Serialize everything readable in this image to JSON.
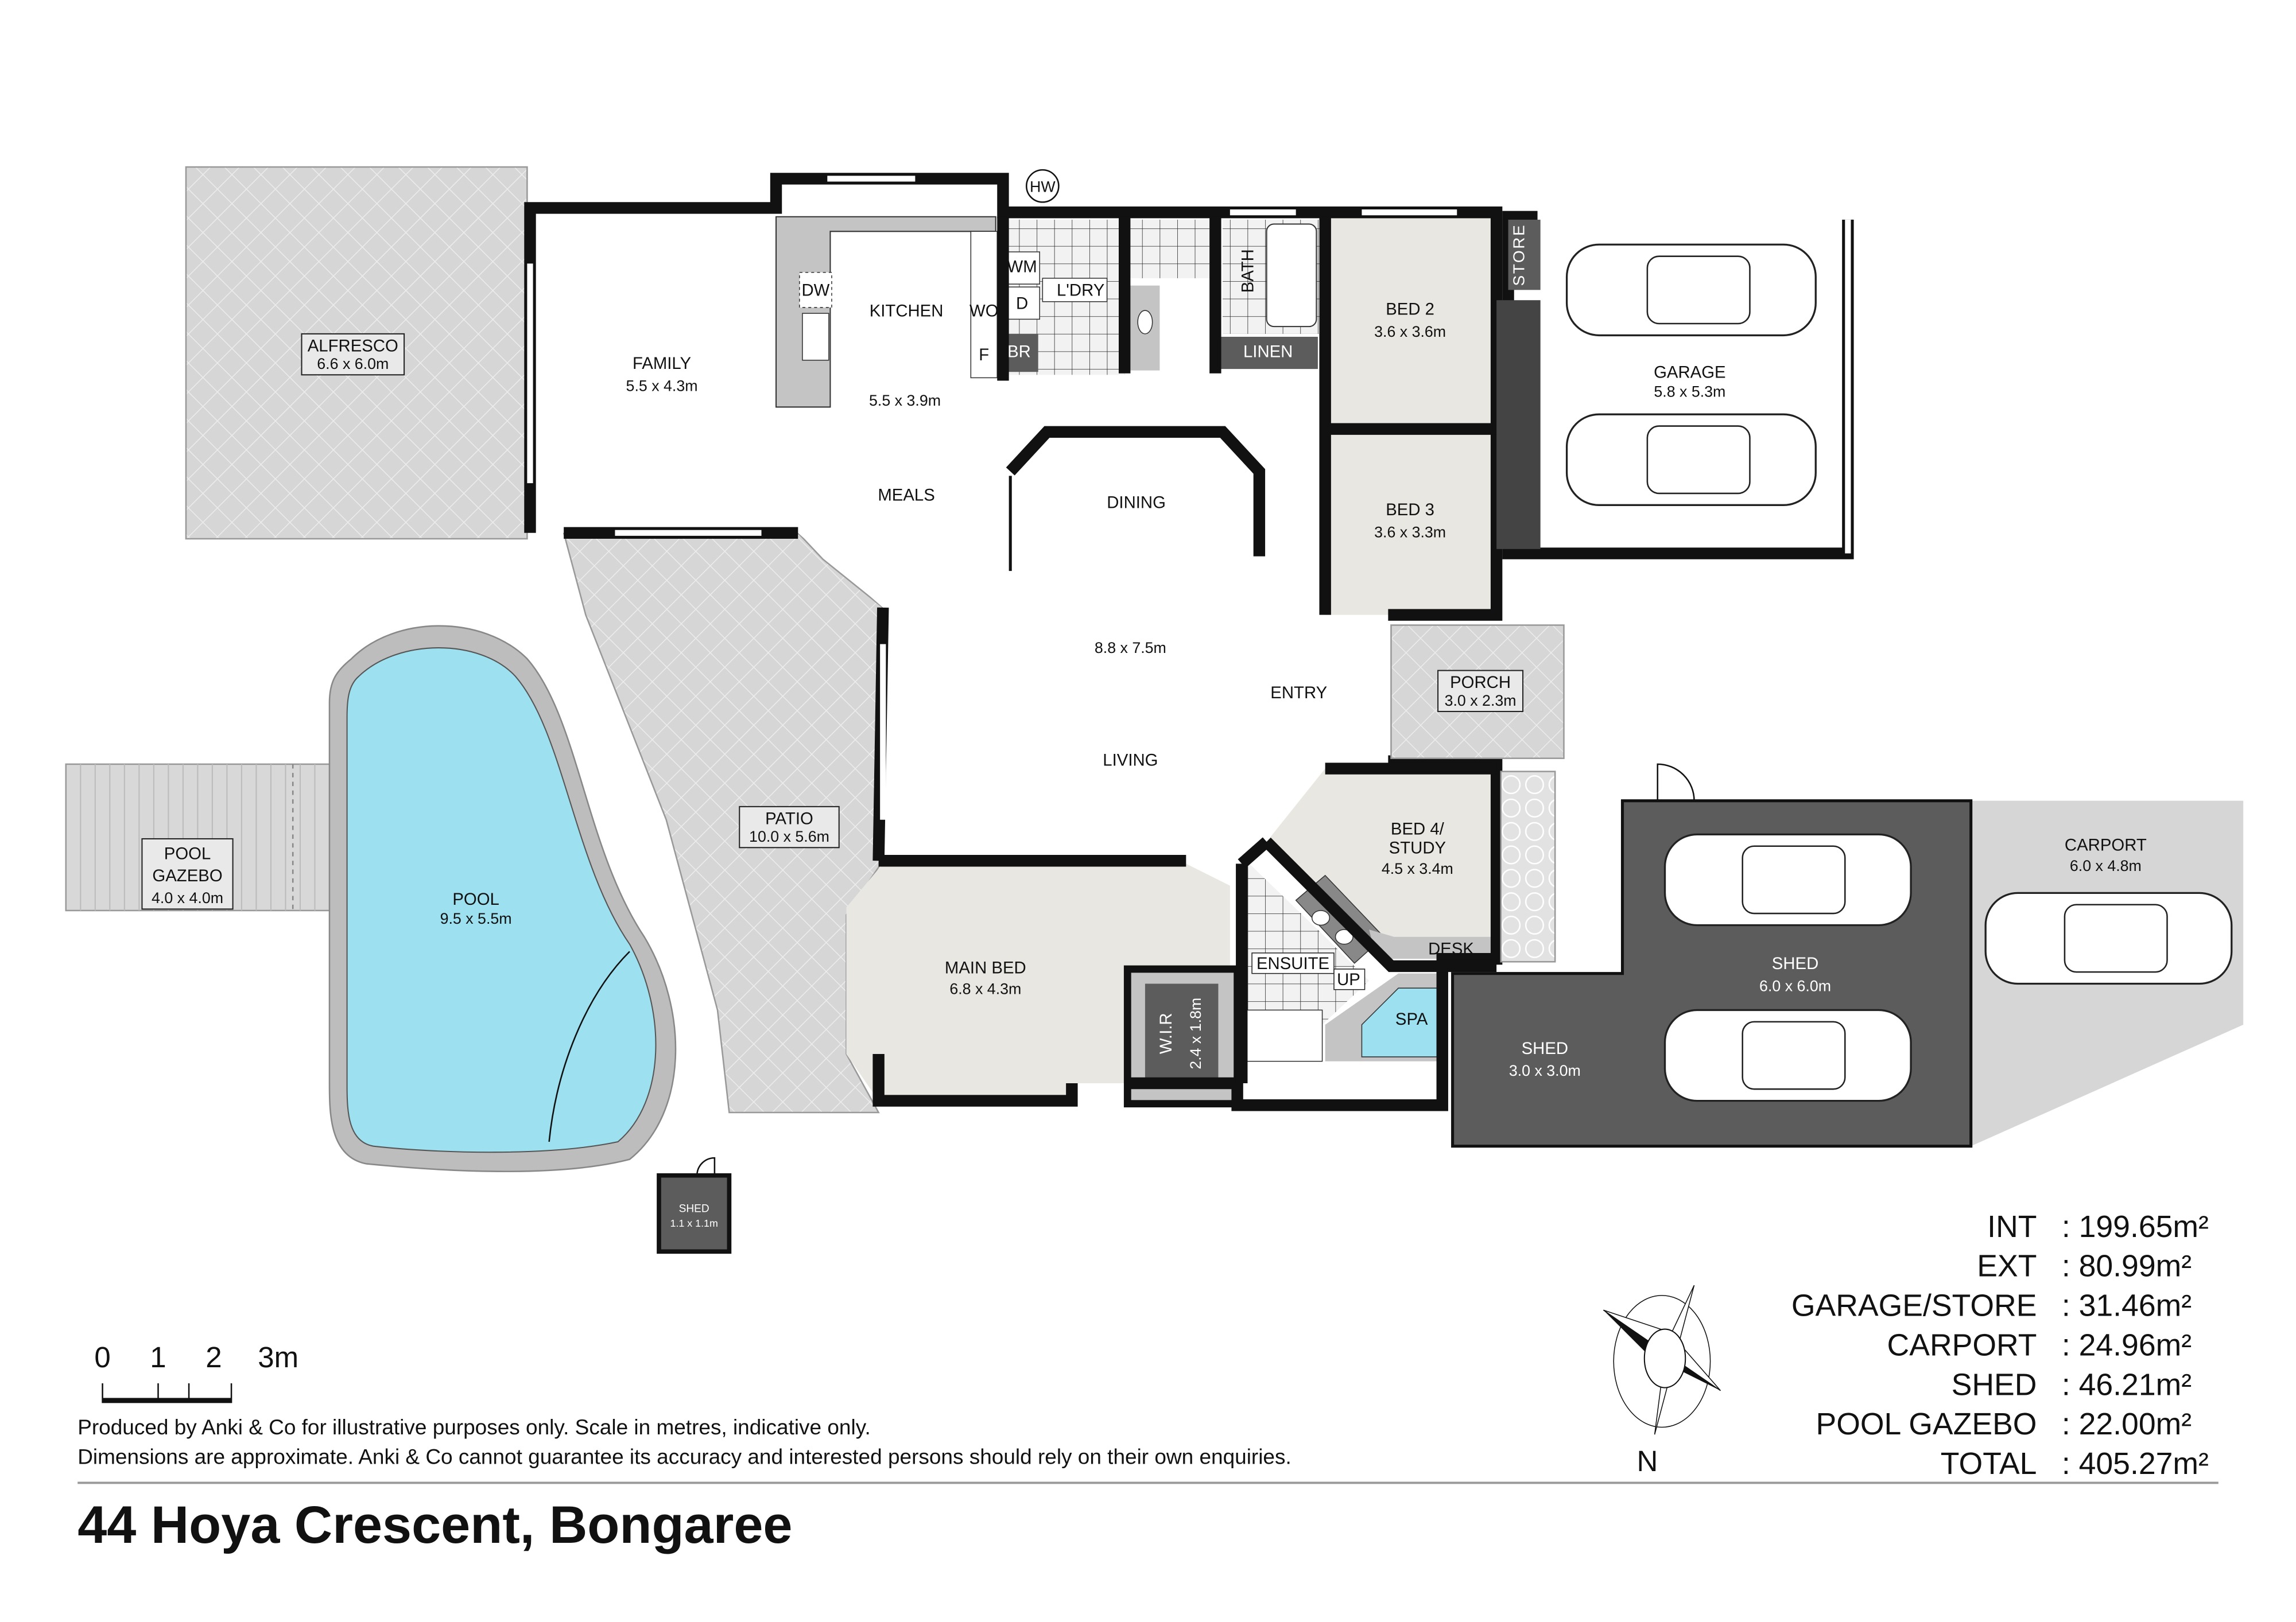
{
  "title": "44 Hoya Crescent, Bongaree",
  "disclaimer": [
    "Produced by Anki & Co for illustrative purposes only. Scale in metres, indicative only.",
    "Dimensions are approximate. Anki & Co cannot guarantee its accuracy and interested persons should rely on their own enquiries."
  ],
  "scale_bar": {
    "ticks": [
      "0",
      "1",
      "2",
      "3m"
    ]
  },
  "compass": {
    "label": "N"
  },
  "areas": [
    {
      "label": "INT",
      "value": ": 199.65m²"
    },
    {
      "label": "EXT",
      "value": ":  80.99m²"
    },
    {
      "label": "GARAGE/STORE",
      "value": ":  31.46m²"
    },
    {
      "label": "CARPORT",
      "value": ":  24.96m²"
    },
    {
      "label": "SHED",
      "value": ":  46.21m²"
    },
    {
      "label": "POOL GAZEBO",
      "value": ":  22.00m²"
    },
    {
      "label": "TOTAL",
      "value": ": 405.27m²"
    }
  ],
  "rooms": {
    "alfresco": {
      "name": "ALFRESCO",
      "dims": "6.6 x 6.0m"
    },
    "family": {
      "name": "FAMILY",
      "dims": "5.5 x 4.3m"
    },
    "kitchen": {
      "name": "KITCHEN",
      "dims": "5.5 x 3.9m"
    },
    "meals": {
      "name": "MEALS"
    },
    "dining": {
      "name": "DINING"
    },
    "living": {
      "name": "LIVING",
      "dims": "8.8 x 7.5m"
    },
    "entry": {
      "name": "ENTRY"
    },
    "laundry": {
      "name": "L'DRY"
    },
    "bed2": {
      "name": "BED 2",
      "dims": "3.6 x 3.6m"
    },
    "bed3": {
      "name": "BED 3",
      "dims": "3.6 x 3.3m"
    },
    "garage": {
      "name": "GARAGE",
      "dims": "5.8 x 5.3m"
    },
    "store": {
      "name": "STORE"
    },
    "linen": {
      "name": "LINEN"
    },
    "bath": {
      "name": "BATH"
    },
    "porch": {
      "name": "PORCH",
      "dims": "3.0 x 2.3m"
    },
    "bed4": {
      "name": "BED 4/",
      "name2": "STUDY",
      "dims": "4.5 x 3.4m"
    },
    "desk": {
      "name": "DESK"
    },
    "ensuite": {
      "name": "ENSUITE"
    },
    "up": {
      "name": "UP"
    },
    "spa": {
      "name": "SPA"
    },
    "wir": {
      "name": "W.I.R",
      "dims": "2.4 x 1.8m"
    },
    "main_bed": {
      "name": "MAIN BED",
      "dims": "6.8 x 4.3m"
    },
    "patio": {
      "name": "PATIO",
      "dims": "10.0 x 5.6m"
    },
    "pool": {
      "name": "POOL",
      "dims": "9.5 x 5.5m"
    },
    "pool_gazebo": {
      "name": "POOL",
      "name2": "GAZEBO",
      "dims": "4.0 x 4.0m"
    },
    "shed_small": {
      "name": "SHED",
      "dims": "1.1 x 1.1m"
    },
    "shed_a": {
      "name": "SHED",
      "dims": "3.0 x 3.0m"
    },
    "shed_b": {
      "name": "SHED",
      "dims": "6.0 x 6.0m"
    },
    "carport": {
      "name": "CARPORT",
      "dims": "6.0 x 4.8m"
    }
  },
  "fixtures": {
    "dw": "DW",
    "wm": "WM",
    "d": "D",
    "wo": "WO",
    "f": "F",
    "br": "BR",
    "hw": "HW"
  },
  "colors": {
    "wall": "#111111",
    "room_fill": "#e9e7e1",
    "pool": "#9de0ef",
    "shed": "#5c5c5c",
    "hatch": "#d9d9d9"
  }
}
